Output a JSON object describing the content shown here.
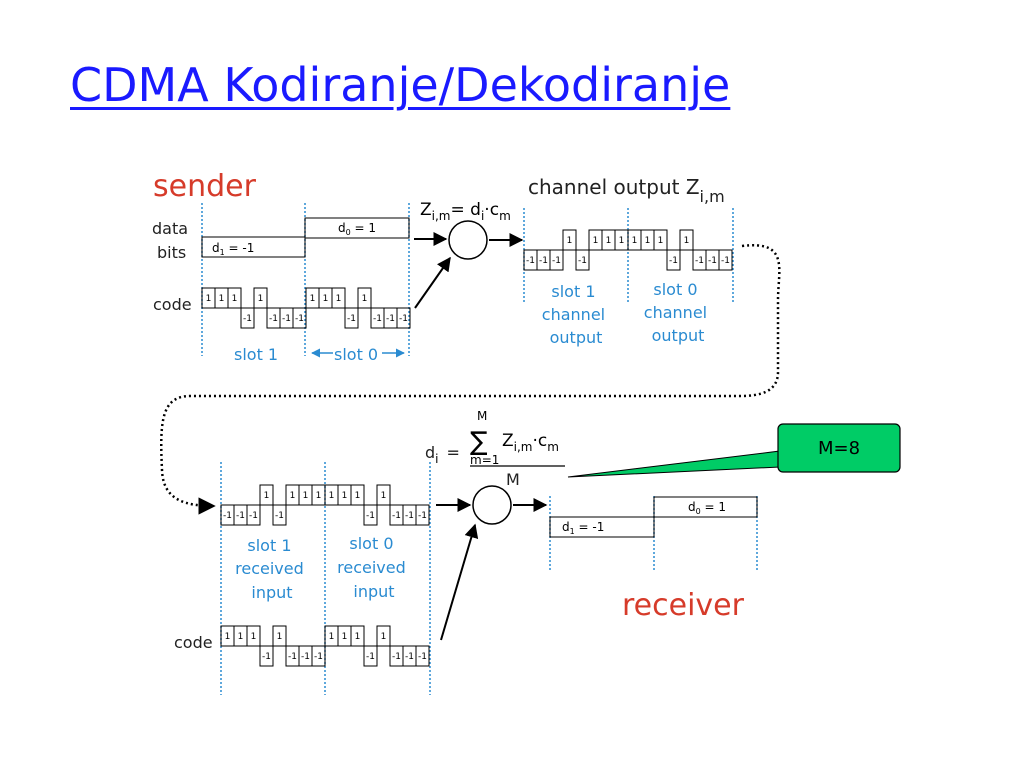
{
  "title": "CDMA Kodiranje/Dekodiranje",
  "sender": {
    "label": "sender",
    "data_bits_label": [
      "data",
      "bits"
    ],
    "code_label": "code",
    "d1": "d",
    "d1_sub": "1",
    "d1_value": " = -1",
    "d0": "d",
    "d0_sub": "0",
    "d0_value": " = 1",
    "slot1_label": "slot 1",
    "slot0_label": "slot 0"
  },
  "encode_equation": {
    "lhs": "Z",
    "lhs_sub": "i,m",
    "eq": "= d",
    "d_sub": "i",
    "dot": "·c",
    "c_sub": "m"
  },
  "channel_output": {
    "label": "channel output Z",
    "label_sub": "i,m",
    "slot1_label": [
      "slot 1",
      "channel",
      "output"
    ],
    "slot0_label": [
      "slot 0",
      "channel",
      "output"
    ]
  },
  "decode_equation": {
    "lhs": "d",
    "lhs_sub": "i",
    "eq": "=",
    "sum_top": "M",
    "sum_symbol": "∑",
    "sum_bottom": "m=1",
    "term": "Z",
    "term_sub": "i,m",
    "term_dot": "·c",
    "term_c_sub": "m",
    "denominator": "M"
  },
  "callout": {
    "label": "M=8",
    "fill": "#00cc66"
  },
  "receiver": {
    "label": "receiver",
    "code_label": "code",
    "slot1_label": [
      "slot 1",
      "received",
      "input"
    ],
    "slot0_label": [
      "slot 0",
      "received",
      "input"
    ],
    "d1": "d",
    "d1_sub": "1",
    "d1_value": " = -1",
    "d0": "d",
    "d0_sub": "0",
    "d0_value": " = 1"
  },
  "code_sequence": [
    1,
    1,
    1,
    -1,
    1,
    -1,
    -1,
    -1
  ],
  "channel_sequence_slot1": [
    -1,
    -1,
    -1,
    1,
    -1,
    1,
    1,
    1
  ],
  "channel_sequence_slot0": [
    1,
    1,
    1,
    -1,
    1,
    -1,
    -1,
    -1
  ],
  "colors": {
    "title": "#1a1aff",
    "accent_red": "#d63b2a",
    "accent_blue": "#2a8bd1"
  }
}
